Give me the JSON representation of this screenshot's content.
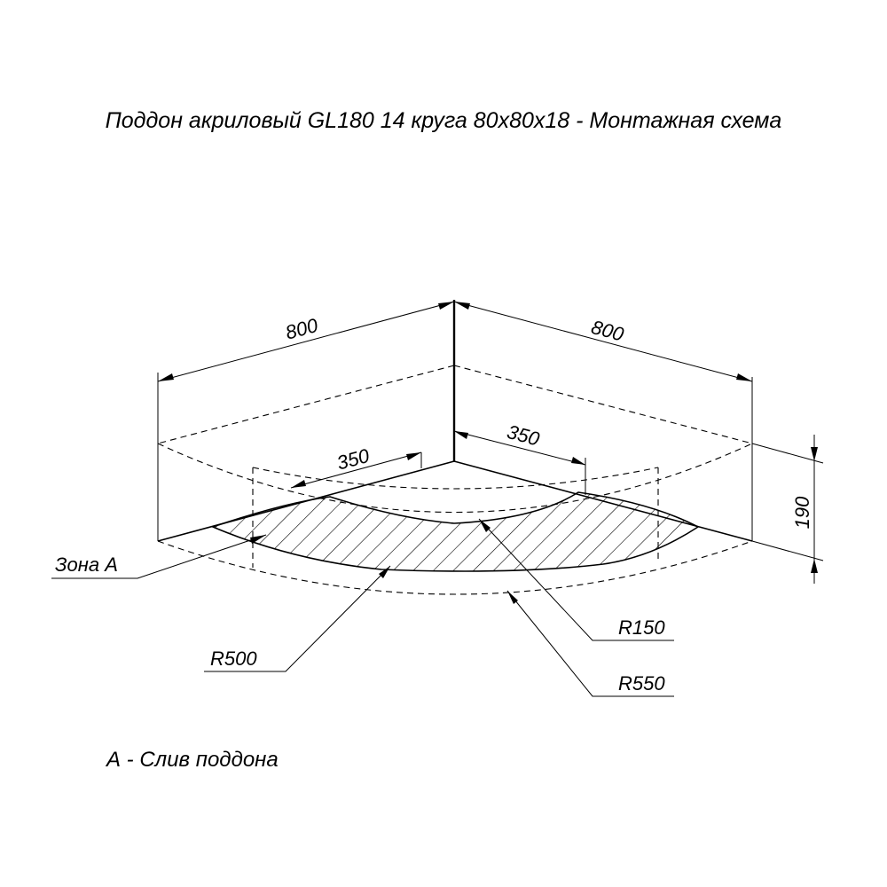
{
  "title": "Поддон акриловый  GL180 14 круга 80x80x18 - Монтажная схема",
  "dimensions": {
    "width_left": "800",
    "width_right": "800",
    "inner_left": "350",
    "inner_right": "350",
    "height": "190"
  },
  "callouts": {
    "zone": "Зона А",
    "r150": "R150",
    "r500": "R500",
    "r550": "R550"
  },
  "legend": "А - Слив поддона"
}
